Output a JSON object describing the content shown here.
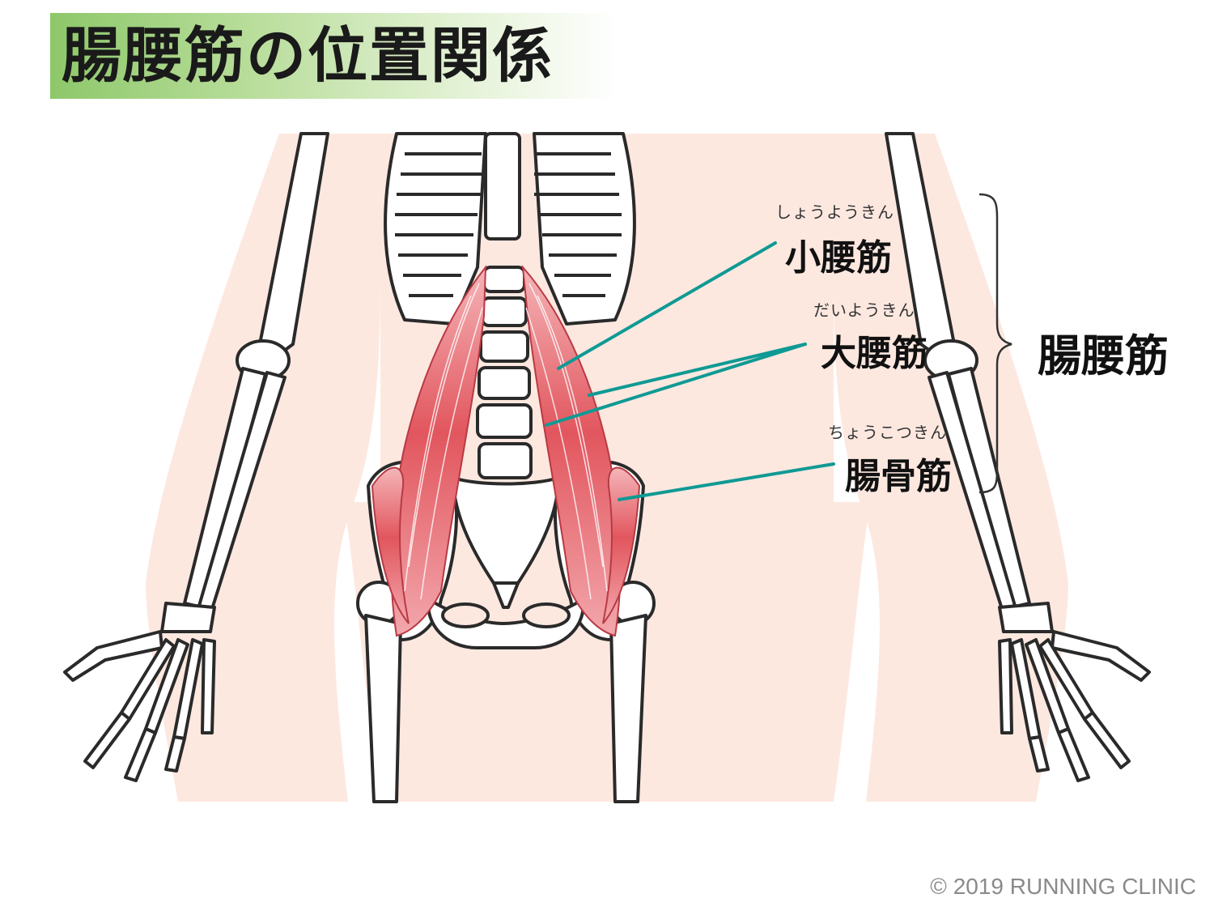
{
  "title": "腸腰筋の位置関係",
  "labels": {
    "psoas_minor": {
      "name": "小腰筋",
      "reading": "しょうようきん"
    },
    "psoas_major": {
      "name": "大腰筋",
      "reading": "だいようきん"
    },
    "iliacus": {
      "name": "腸骨筋",
      "reading": "ちょうこつきん"
    },
    "iliopsoas": {
      "name": "腸腰筋"
    }
  },
  "copyright": "© 2019 RUNNING CLINIC",
  "colors": {
    "title_gradient_start": "#8dc86a",
    "skin": "#fde8e0",
    "bone_outline": "#2a2a2a",
    "muscle": "#e2565e",
    "leader_line": "#0f9a94"
  }
}
